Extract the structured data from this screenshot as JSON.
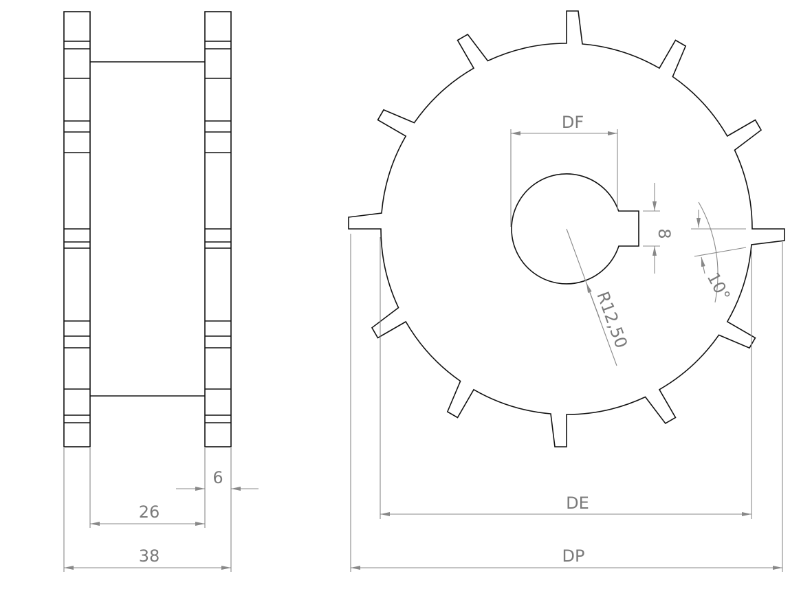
{
  "side_view": {
    "dim_flange_width": "6",
    "dim_inner_width": "26",
    "dim_overall_width": "38"
  },
  "front_view": {
    "tooth_count": 12,
    "dim_bore_flat": "DF",
    "dim_keyway": "8",
    "dim_tooth_angle": "10°",
    "dim_bore_radius": "R12,50",
    "dim_root_diameter": "DE",
    "dim_pitch_diameter": "DP"
  },
  "colors": {
    "outline": "#111111",
    "dimension": "#888888",
    "label": "#7a7a7a"
  }
}
